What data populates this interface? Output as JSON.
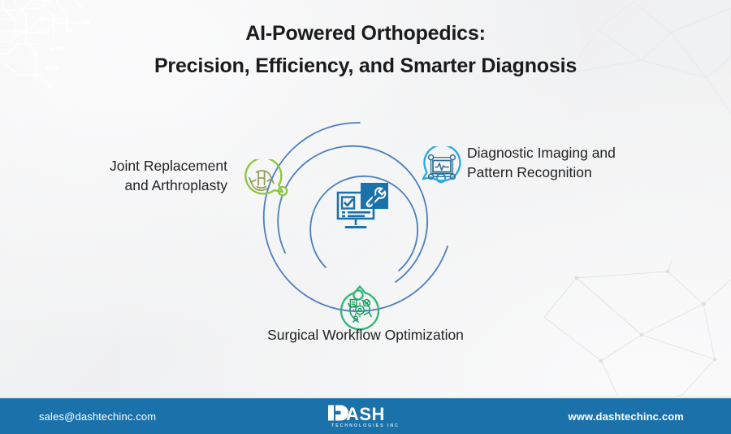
{
  "title": {
    "line1": "AI-Powered Orthopedics:",
    "line2": "Precision, Efficiency, and Smarter Diagnosis"
  },
  "colors": {
    "background": "#f2f3f4",
    "title_text": "#1b1b1d",
    "ring_blue": "#4a7fbd",
    "center_icon_blue": "#1b72ab",
    "node_left_green": "#8cc63f",
    "node_right_cyan": "#29a8df",
    "node_bottom_green": "#2bb673",
    "footer_bar": "#1b72ab",
    "footer_text": "#ffffff",
    "label_text": "#232325"
  },
  "diagram": {
    "center": {
      "icon": "monitor-checklist-wrench-icon"
    },
    "nodes": [
      {
        "id": "joint-replacement",
        "label": "Joint Replacement\nand Arthroplasty",
        "icon": "joint-implant-refresh-icon",
        "color": "#8cc63f",
        "position": "left"
      },
      {
        "id": "diagnostic-imaging",
        "label": "Diagnostic Imaging and\nPattern Recognition",
        "icon": "laptop-waveform-network-icon",
        "color": "#29a8df",
        "position": "right"
      },
      {
        "id": "surgical-workflow",
        "label": "Surgical Workflow Optimization",
        "icon": "workflow-gear-cycle-icon",
        "color": "#2bb673",
        "position": "bottom"
      }
    ]
  },
  "footer": {
    "email": "sales@dashtechinc.com",
    "website": "www.dashtechinc.com",
    "logo_name": "DASH",
    "logo_tagline": "TECHNOLOGIES INC"
  }
}
